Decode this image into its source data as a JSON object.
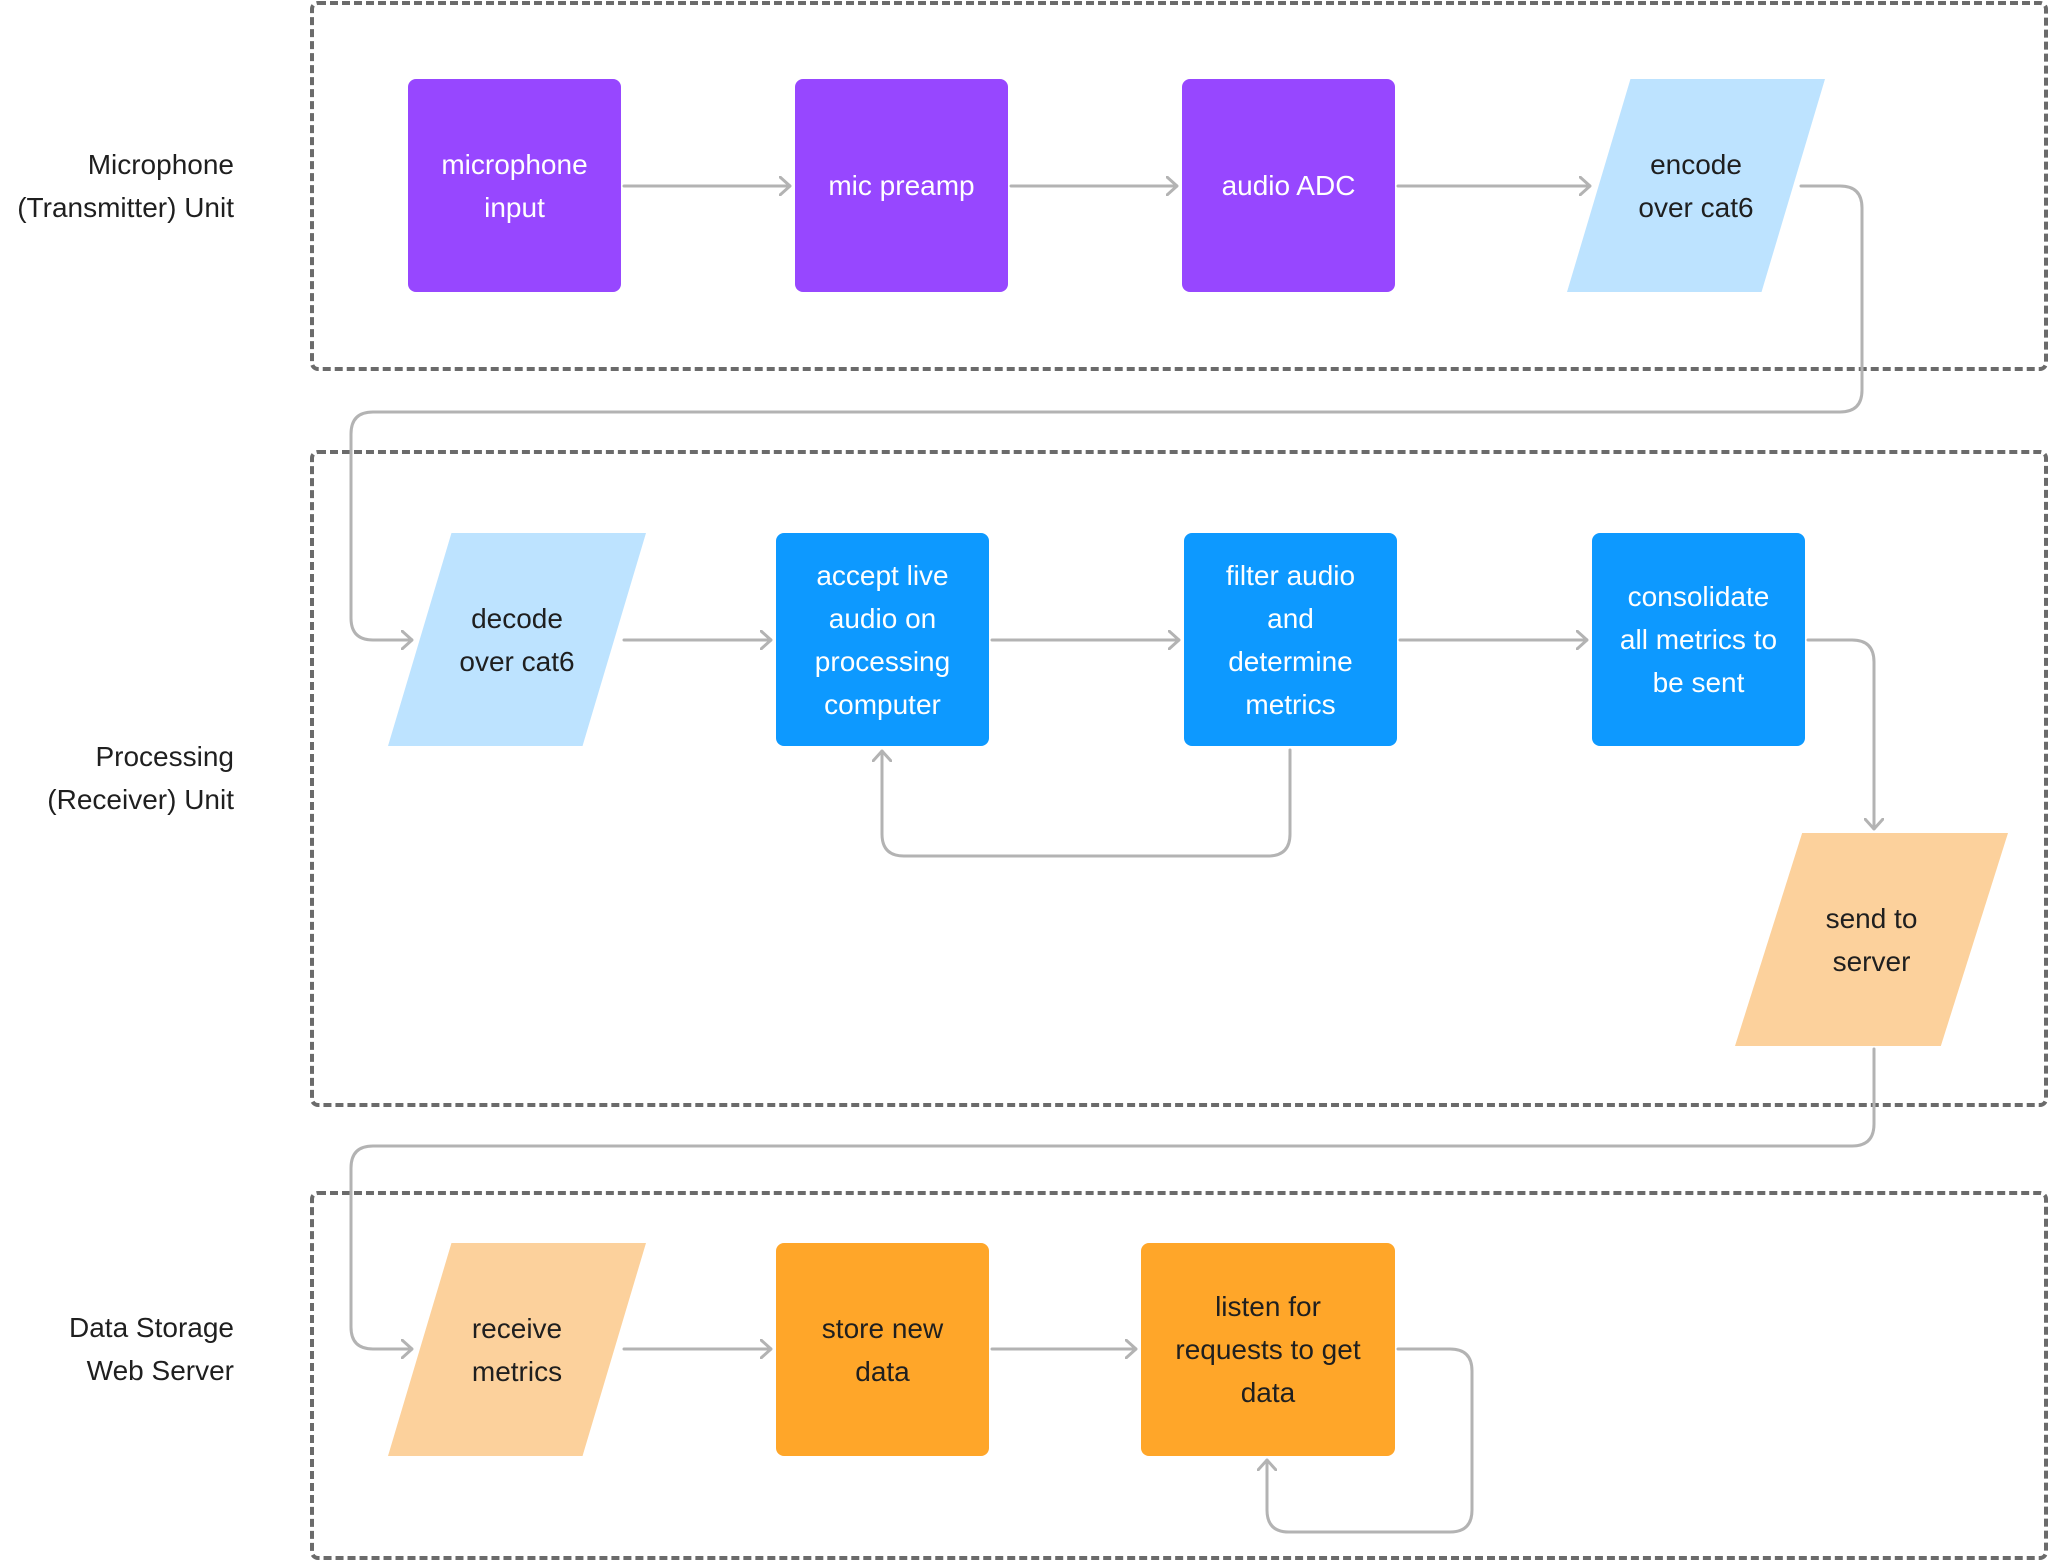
{
  "lanes": {
    "transmitter": {
      "label": "Microphone\n(Transmitter) Unit"
    },
    "receiver": {
      "label": "Processing\n(Receiver) Unit"
    },
    "server": {
      "label": "Data Storage\nWeb Server"
    }
  },
  "nodes": {
    "microphone_input": {
      "label": "microphone\ninput",
      "shape": "rectangle",
      "color": "#9747ff"
    },
    "mic_preamp": {
      "label": "mic preamp",
      "shape": "rectangle",
      "color": "#9747ff"
    },
    "audio_adc": {
      "label": "audio ADC",
      "shape": "rectangle",
      "color": "#9747ff"
    },
    "encode_cat6": {
      "label": "encode\nover cat6",
      "shape": "parallelogram",
      "color": "#bde3ff"
    },
    "decode_cat6": {
      "label": "decode\nover cat6",
      "shape": "parallelogram",
      "color": "#bde3ff"
    },
    "accept_live_audio": {
      "label": "accept live\naudio on\nprocessing\ncomputer",
      "shape": "rectangle",
      "color": "#0d99ff"
    },
    "filter_audio": {
      "label": "filter audio\nand\ndetermine\nmetrics",
      "shape": "rectangle",
      "color": "#0d99ff"
    },
    "consolidate_metrics": {
      "label": "consolidate\nall metrics to\nbe sent",
      "shape": "rectangle",
      "color": "#0d99ff"
    },
    "send_to_server": {
      "label": "send to\nserver",
      "shape": "parallelogram",
      "color": "#fcd19c"
    },
    "receive_metrics": {
      "label": "receive\nmetrics",
      "shape": "parallelogram",
      "color": "#fcd19c"
    },
    "store_new_data": {
      "label": "store new\ndata",
      "shape": "rectangle",
      "color": "#ffa629"
    },
    "listen_requests": {
      "label": "listen for\nrequests to get\ndata",
      "shape": "rectangle",
      "color": "#ffa629"
    }
  },
  "edges": [
    {
      "from": "microphone_input",
      "to": "mic_preamp"
    },
    {
      "from": "mic_preamp",
      "to": "audio_adc"
    },
    {
      "from": "audio_adc",
      "to": "encode_cat6"
    },
    {
      "from": "encode_cat6",
      "to": "decode_cat6"
    },
    {
      "from": "decode_cat6",
      "to": "accept_live_audio"
    },
    {
      "from": "accept_live_audio",
      "to": "filter_audio"
    },
    {
      "from": "filter_audio",
      "to": "accept_live_audio"
    },
    {
      "from": "filter_audio",
      "to": "consolidate_metrics"
    },
    {
      "from": "consolidate_metrics",
      "to": "send_to_server"
    },
    {
      "from": "send_to_server",
      "to": "receive_metrics"
    },
    {
      "from": "receive_metrics",
      "to": "store_new_data"
    },
    {
      "from": "store_new_data",
      "to": "listen_requests"
    },
    {
      "from": "listen_requests",
      "to": "listen_requests"
    }
  ],
  "colors": {
    "connector": "#b3b3b3",
    "lane_border": "#6b6b6b"
  }
}
